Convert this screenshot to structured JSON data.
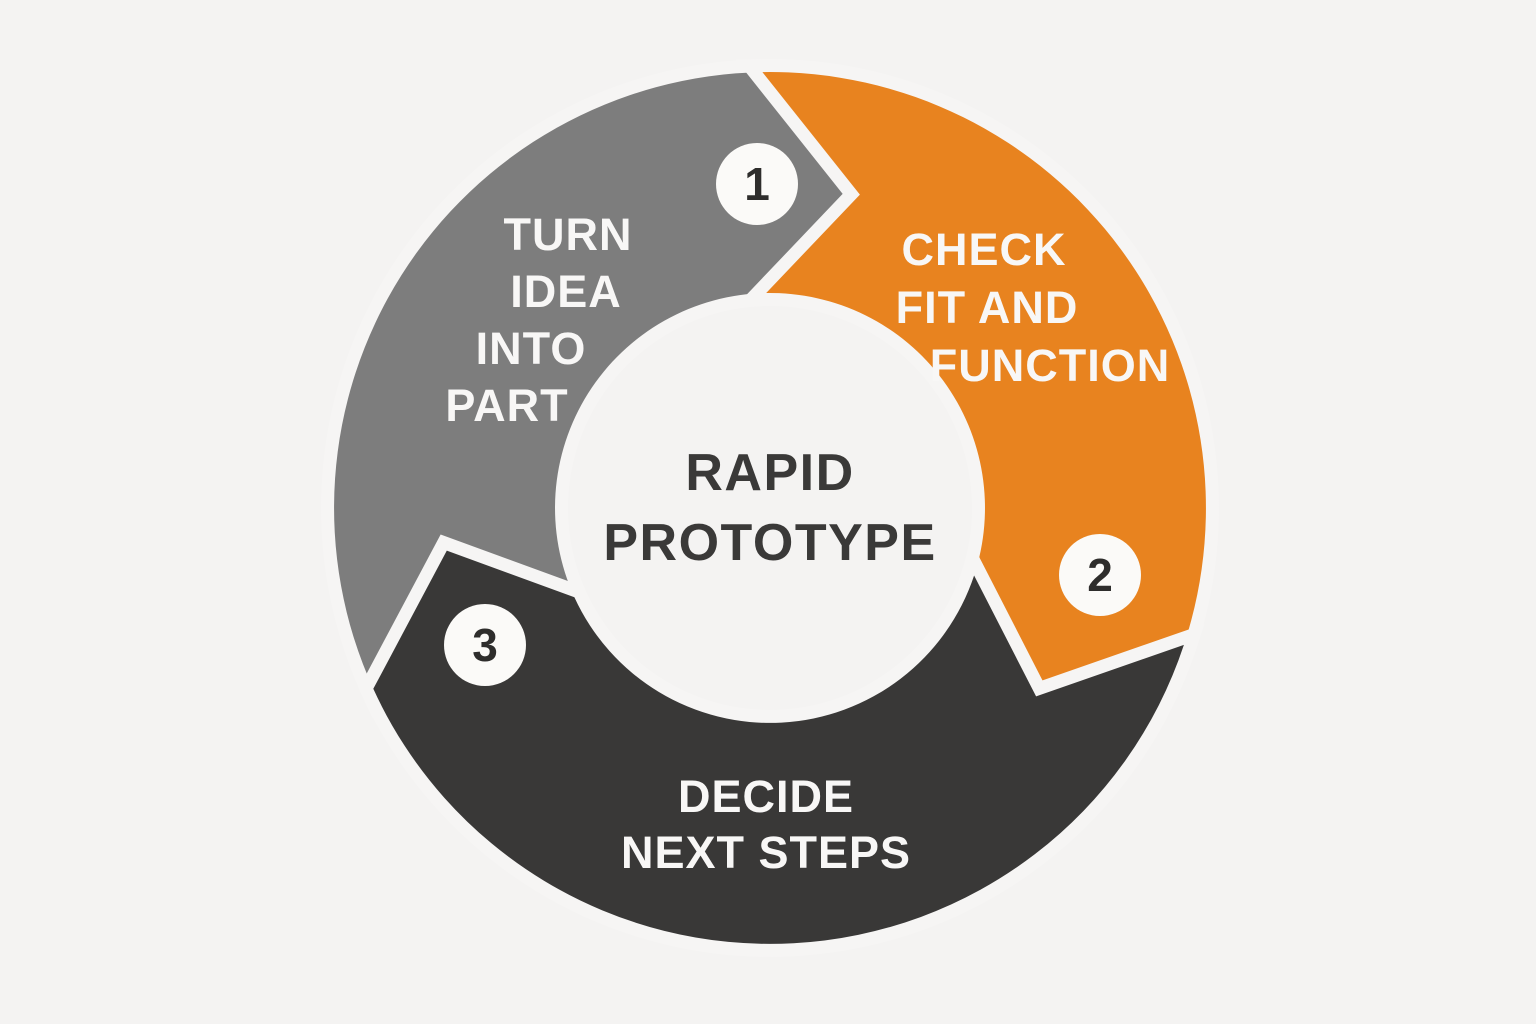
{
  "diagram": {
    "type": "cycle-diagram",
    "title": "RAPID PROTOTYPE",
    "background_color": "#f4f3f2",
    "gap_color": "#f6f5f4",
    "center": {
      "line1": "RAPID",
      "line2": "PROTOTYPE",
      "text_color": "#3a3938"
    },
    "badge": {
      "fill": "#fbfaf8",
      "text_color": "#2e2d2c"
    },
    "label_color": "#f8f7f6",
    "segments": [
      {
        "number": "1",
        "label": "TURN IDEA INTO PART",
        "lines": [
          "TURN",
          "IDEA",
          "INTO",
          "PART"
        ],
        "color": "#7d7d7d"
      },
      {
        "number": "2",
        "label": "CHECK FIT AND FUNCTION",
        "lines": [
          "CHECK",
          "FIT AND",
          "FUNCTION"
        ],
        "color": "#e8831f"
      },
      {
        "number": "3",
        "label": "DECIDE NEXT STEPS",
        "lines": [
          "DECIDE",
          "NEXT STEPS"
        ],
        "color": "#393837"
      }
    ]
  }
}
